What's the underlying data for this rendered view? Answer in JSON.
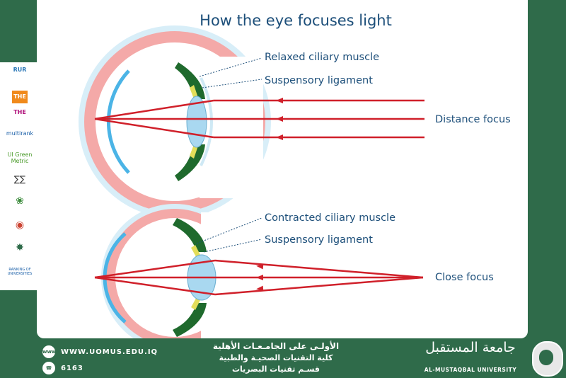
{
  "diagram": {
    "title": "How the eye focuses light",
    "top": {
      "label_muscle": "Relaxed ciliary muscle",
      "label_ligament": "Suspensory ligament",
      "label_focus": "Distance focus"
    },
    "bottom": {
      "label_muscle": "Contracted ciliary muscle",
      "label_ligament": "Suspensory ligament",
      "label_focus": "Close focus"
    }
  },
  "sidebar_logos": [
    "RUR",
    "THE",
    "THE",
    "multirank",
    "UI Green Metric",
    "",
    "",
    "",
    "",
    "RANKING OF UNIVERSITIES"
  ],
  "footer": {
    "website": "WWW.UOMUS.EDU.IQ",
    "phone": "6163",
    "arabic_line1": "الأولـى على الجامـعـات الأهلية",
    "arabic_line2": "كلية التقنيات الصحيـة والطبية",
    "arabic_line3": "قسـم تقنيات البصريات",
    "university_arabic": "جامعة المستقبل",
    "university_english": "AL-MUSTAQBAL UNIVERSITY"
  },
  "colors": {
    "sclera": "#f4a9a8",
    "retina": "#4bb4e6",
    "outer": "#cfe9f5",
    "muscle": "#1f6a2d",
    "ligament": "#e3de5a",
    "lens": "#a9d8f0",
    "ray": "#d0202a",
    "label": "#1d4f7a",
    "footer": "#2f6b4a"
  }
}
